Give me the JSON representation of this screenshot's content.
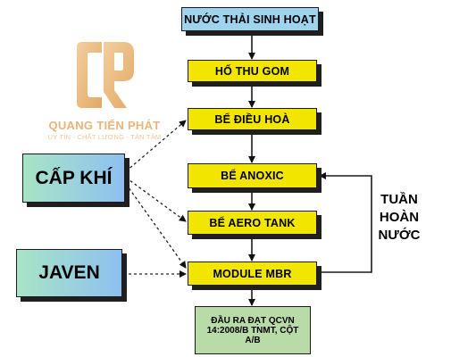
{
  "diagram": {
    "title": "NƯỚC THẢI SINH HOẠT",
    "steps": [
      "HỐ THU GOM",
      "BỂ ĐIỀU HOÀ",
      "BỂ ANOXIC",
      "BỂ AERO TANK",
      "MODULE MBR"
    ],
    "output": "ĐẦU RA ĐẠT QCVN 14:2008/B TNMT, CỘT A/B",
    "inputs": [
      "CẤP KHÍ",
      "JAVEN"
    ],
    "recycle_label": "TUẦN HOÀN NƯỚC"
  },
  "logo": {
    "name": "QUANG TIẾN PHÁT",
    "slogan": "UY TÍN - CHẤT LƯỢNG - TẬN TÂM"
  },
  "colors": {
    "title_box": "#9fd3ee",
    "step_box": "#f2e600",
    "output_box": "#b9dba8",
    "input_gradient_start": "#a8e4c6",
    "input_gradient_end": "#8ec0f0",
    "logo": "#e8b47a"
  }
}
